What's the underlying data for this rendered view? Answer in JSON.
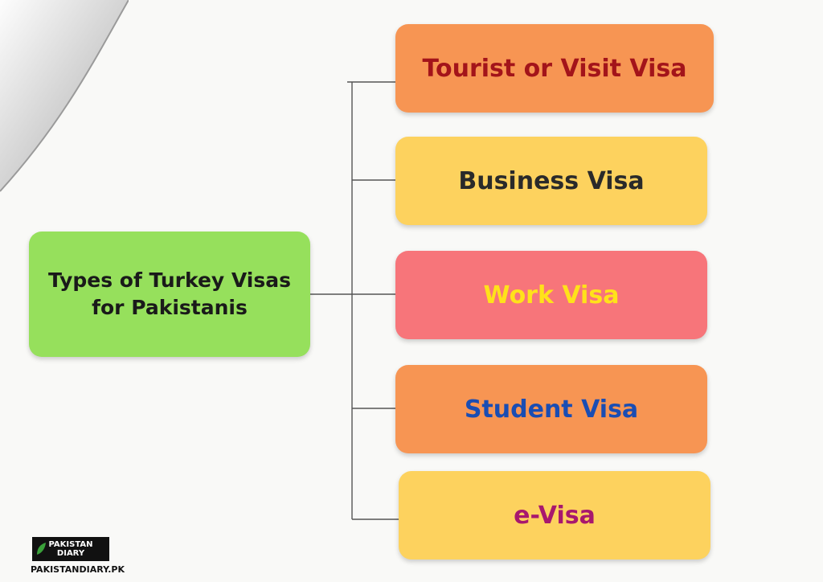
{
  "root": {
    "label": "Types of Turkey Visas for Pakistanis"
  },
  "children": [
    {
      "label": "Tourist or Visit Visa"
    },
    {
      "label": "Business Visa"
    },
    {
      "label": "Work Visa"
    },
    {
      "label": "Student Visa"
    },
    {
      "label": "e-Visa"
    }
  ],
  "logo": {
    "line1": "PAKISTAN",
    "line2": "DIARY",
    "url": "PAKISTANDIARY.PK"
  },
  "colors": {
    "root_fill": "#96e05c",
    "orange_fill": "#f79553",
    "yellow_fill": "#fdd25e",
    "red_fill": "#f7757a",
    "connector": "#555555"
  },
  "icons": {
    "page_curl": "page-curl-icon",
    "logo_leaf": "leaf-icon"
  }
}
